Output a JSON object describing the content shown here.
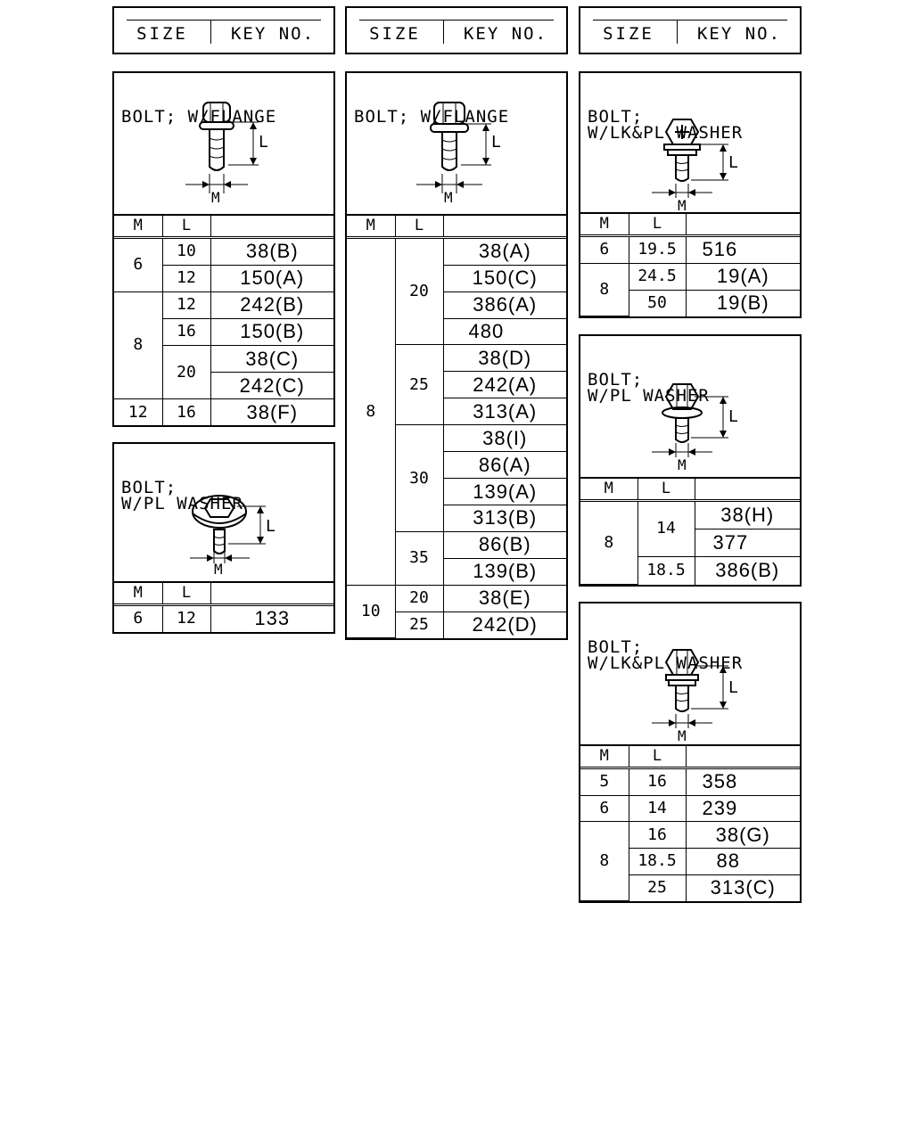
{
  "header": {
    "size_label": "SIZE",
    "key_label": "KEY NO."
  },
  "table_headers": {
    "m": "M",
    "l": "L",
    "key": ""
  },
  "dim_labels": {
    "length": "L",
    "diameter": "M"
  },
  "panels": {
    "p1": {
      "title": [
        "BOLT; W/FLANGE"
      ],
      "rows": [
        {
          "m": "6",
          "l": "10",
          "key": "38(B)"
        },
        {
          "m": "",
          "l": "12",
          "key": "150(A)"
        },
        {
          "m": "8",
          "l": "12",
          "key": "242(B)"
        },
        {
          "m": "",
          "l": "16",
          "key": "150(B)"
        },
        {
          "m": "",
          "l": "20",
          "key": "38(C)"
        },
        {
          "m": "",
          "l": "",
          "key": "242(C)"
        },
        {
          "m": "12",
          "l": "16",
          "key": "38(F)"
        }
      ]
    },
    "p2": {
      "title": [
        "BOLT;",
        "W/PL WASHER"
      ],
      "rows": [
        {
          "m": "6",
          "l": "12",
          "key": "133"
        }
      ]
    },
    "p3": {
      "title": [
        "BOLT; W/FLANGE"
      ],
      "rows": [
        {
          "m": "8",
          "l": "20",
          "key": "38(A)"
        },
        {
          "m": "",
          "l": "",
          "key": "150(C)"
        },
        {
          "m": "",
          "l": "",
          "key": "386(A)"
        },
        {
          "m": "",
          "l": "",
          "key": "480"
        },
        {
          "m": "",
          "l": "25",
          "key": "38(D)"
        },
        {
          "m": "",
          "l": "",
          "key": "242(A)"
        },
        {
          "m": "",
          "l": "",
          "key": "313(A)"
        },
        {
          "m": "",
          "l": "30",
          "key": "38(I)"
        },
        {
          "m": "",
          "l": "",
          "key": "86(A)"
        },
        {
          "m": "",
          "l": "",
          "key": "139(A)"
        },
        {
          "m": "",
          "l": "",
          "key": "313(B)"
        },
        {
          "m": "",
          "l": "35",
          "key": "86(B)"
        },
        {
          "m": "",
          "l": "",
          "key": "139(B)"
        },
        {
          "m": "10",
          "l": "20",
          "key": "38(E)"
        },
        {
          "m": "",
          "l": "25",
          "key": "242(D)"
        }
      ]
    },
    "p4": {
      "title": [
        "BOLT;",
        "W/LK&PL WASHER"
      ],
      "rows": [
        {
          "m": "6",
          "l": "19.5",
          "key": "516"
        },
        {
          "m": "8",
          "l": "24.5",
          "key": "19(A)"
        },
        {
          "m": "",
          "l": "50",
          "key": "19(B)"
        }
      ]
    },
    "p5": {
      "title": [
        "BOLT;",
        "W/PL WASHER"
      ],
      "rows": [
        {
          "m": "8",
          "l": "14",
          "key": "38(H)"
        },
        {
          "m": "",
          "l": "",
          "key": "377"
        },
        {
          "m": "",
          "l": "18.5",
          "key": "386(B)"
        }
      ]
    },
    "p6": {
      "title": [
        "BOLT;",
        "W/LK&PL WASHER"
      ],
      "rows": [
        {
          "m": "5",
          "l": "16",
          "key": "358"
        },
        {
          "m": "6",
          "l": "14",
          "key": "239"
        },
        {
          "m": "8",
          "l": "16",
          "key": "38(G)"
        },
        {
          "m": "",
          "l": "18.5",
          "key": "88"
        },
        {
          "m": "",
          "l": "25",
          "key": "313(C)"
        }
      ]
    }
  }
}
